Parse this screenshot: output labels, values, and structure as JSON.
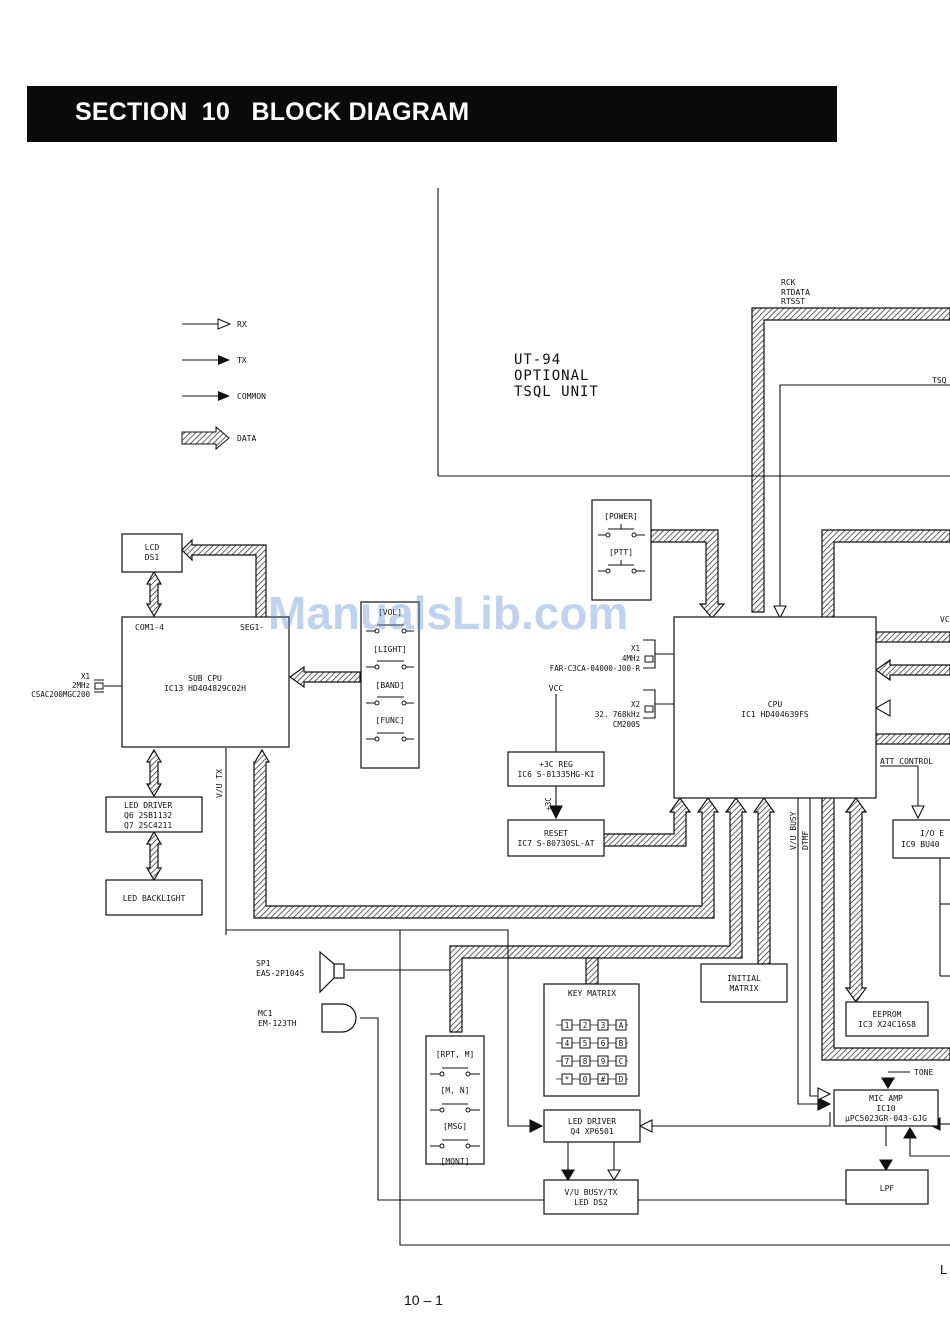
{
  "header": {
    "title": "SECTION  10   BLOCK DIAGRAM"
  },
  "legend": {
    "rx": "RX",
    "tx": "TX",
    "common": "COMMON",
    "data": "DATA"
  },
  "ut94": {
    "line1": "UT-94",
    "line2": "OPTIONAL",
    "line3": "TSQL UNIT",
    "tsq_label": "TSQ"
  },
  "rck_labels": {
    "l1": "RCK",
    "l2": "RTDATA",
    "l3": "RTSST"
  },
  "power_block": {
    "power": "[POWER]",
    "ptt": "[PTT]"
  },
  "lcd": {
    "l1": "LCD",
    "l2": "DS1"
  },
  "sub_cpu": {
    "com": "COM1-4",
    "seg": "SEG1-",
    "name": "SUB CPU",
    "part": "IC13 HD404829C02H"
  },
  "x1_sub": {
    "l1": "X1",
    "l2": "2MHz",
    "l3": "CSAC200MGC200"
  },
  "key_block": {
    "vol": "[VOL]",
    "light": "[LIGHT]",
    "band": "[BAND]",
    "func": "[FUNC]"
  },
  "x1_main": {
    "l1": "X1",
    "l2": "4MHz",
    "l3": "FAR-C3CA-04000-J00-R"
  },
  "x2_main": {
    "l1": "X2",
    "l2": "32. 768kHz",
    "l3": "CM200S"
  },
  "cpu": {
    "name": "CPU",
    "part": "IC1 HD404639FS"
  },
  "vcc": "VCC",
  "reg": {
    "l1": "+3C REG",
    "l2": "IC6 S-81335HG-KI",
    "arrow": "+3C"
  },
  "reset": {
    "l1": "RESET",
    "l2": "IC7 S-80730SL-AT"
  },
  "right_labels": {
    "vc": "VC",
    "att": "ATT CONTROL",
    "vu_busy": "V/U BUSY",
    "dtmf": "DTMF",
    "vu_tx": "V/U TX"
  },
  "io": {
    "l1": "I/O E",
    "l2": "IC9 BU40"
  },
  "eeprom": {
    "l1": "EEPROM",
    "l2": "IC3 X24C16S8"
  },
  "led_driver1": {
    "l1": "LED DRIVER",
    "l2": "Q6 2SB1132",
    "l3": "Q7 2SC4211"
  },
  "led_backlight": "LED BACKLIGHT",
  "sp1": {
    "l1": "SP1",
    "l2": "EAS-2P104S"
  },
  "mc1": {
    "l1": "MC1",
    "l2": "EM-123TH"
  },
  "key_matrix": {
    "title": "KEY MATRIX",
    "keys": [
      "1",
      "2",
      "3",
      "A",
      "4",
      "5",
      "6",
      "B",
      "7",
      "8",
      "9",
      "C",
      "*",
      "0",
      "#",
      "D"
    ]
  },
  "initial_matrix": {
    "l1": "INITIAL",
    "l2": "MATRIX"
  },
  "left_keys": {
    "rpt": "[RPT, M]",
    "mn": "[M, N]",
    "msg": "[MSG]",
    "moni": "[MONI]"
  },
  "led_driver2": {
    "l1": "LED DRIVER",
    "l2": "Q4 XP6501"
  },
  "busy_led": {
    "l1": "V/U BUSY/TX",
    "l2": "LED DS2"
  },
  "tone": "TONE",
  "mic_amp": {
    "l1": "MIC AMP",
    "l2": "IC10",
    "l3": "μPC5023GR-043-GJG"
  },
  "lpf": "LPF",
  "watermark": "ManualsLib.com",
  "page_number": "10 – 1",
  "edge_letter": "L"
}
